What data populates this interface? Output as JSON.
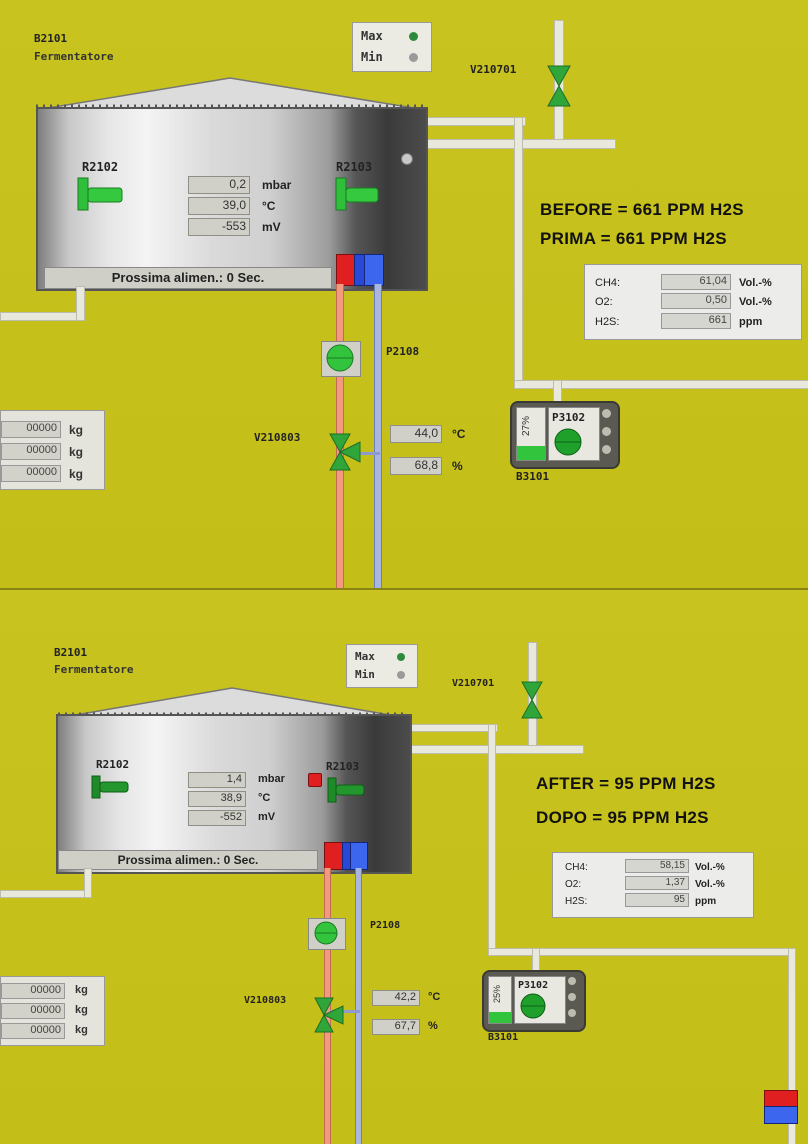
{
  "before": {
    "tank_id": "B2101",
    "tank_name": "Fermentatore",
    "max_label": "Max",
    "min_label": "Min",
    "max_color": "#2e8b3e",
    "min_color": "#9a9a9a",
    "valve_top": "V210701",
    "mixer_left": "R2102",
    "mixer_right": "R2103",
    "pressure": "0,2",
    "pressure_unit": "mbar",
    "temperature": "39,0",
    "temperature_unit": "°C",
    "redox": "-553",
    "redox_unit": "mV",
    "status": "Prossima alimen.: 0 Sec.",
    "headline1": "BEFORE = 661 PPM H2S",
    "headline2": "PRIMA = 661 PPM H2S",
    "gas": {
      "ch4_label": "CH4:",
      "ch4_value": "61,04",
      "ch4_unit": "Vol.-%",
      "o2_label": "O2:",
      "o2_value": "0,50",
      "o2_unit": "Vol.-%",
      "h2s_label": "H2S:",
      "h2s_value": "661",
      "h2s_unit": "ppm"
    },
    "pump": "P2108",
    "valve_bottom": "V210803",
    "flow_temperature": "44,0",
    "flow_temperature_unit": "°C",
    "flow_percent": "68,8",
    "flow_percent_unit": "%",
    "kg": [
      {
        "value": "00000",
        "unit": "kg"
      },
      {
        "value": "00000",
        "unit": "kg"
      },
      {
        "value": "00000",
        "unit": "kg"
      }
    ],
    "b3101": "B3101",
    "p3102": "P3102",
    "b3101_level": "27%",
    "b3101_level_fraction": 0.27
  },
  "after": {
    "tank_id": "B2101",
    "tank_name": "Fermentatore",
    "max_label": "Max",
    "min_label": "Min",
    "max_color": "#2e8b3e",
    "min_color": "#9a9a9a",
    "valve_top": "V210701",
    "mixer_left": "R2102",
    "mixer_right": "R2103",
    "pressure": "1,4",
    "pressure_unit": "mbar",
    "temperature": "38,9",
    "temperature_unit": "°C",
    "redox": "-552",
    "redox_unit": "mV",
    "status": "Prossima alimen.: 0 Sec.",
    "headline1": "AFTER = 95 PPM H2S",
    "headline2": "DOPO = 95 PPM H2S",
    "gas": {
      "ch4_label": "CH4:",
      "ch4_value": "58,15",
      "ch4_unit": "Vol.-%",
      "o2_label": "O2:",
      "o2_value": "1,37",
      "o2_unit": "Vol.-%",
      "h2s_label": "H2S:",
      "h2s_value": "95",
      "h2s_unit": "ppm"
    },
    "pump": "P2108",
    "valve_bottom": "V210803",
    "flow_temperature": "42,2",
    "flow_temperature_unit": "°C",
    "flow_percent": "67,7",
    "flow_percent_unit": "%",
    "kg": [
      {
        "value": "00000",
        "unit": "kg"
      },
      {
        "value": "00000",
        "unit": "kg"
      },
      {
        "value": "00000",
        "unit": "kg"
      }
    ],
    "b3101": "B3101",
    "p3102": "P3102",
    "b3101_level": "25%",
    "b3101_level_fraction": 0.25
  }
}
